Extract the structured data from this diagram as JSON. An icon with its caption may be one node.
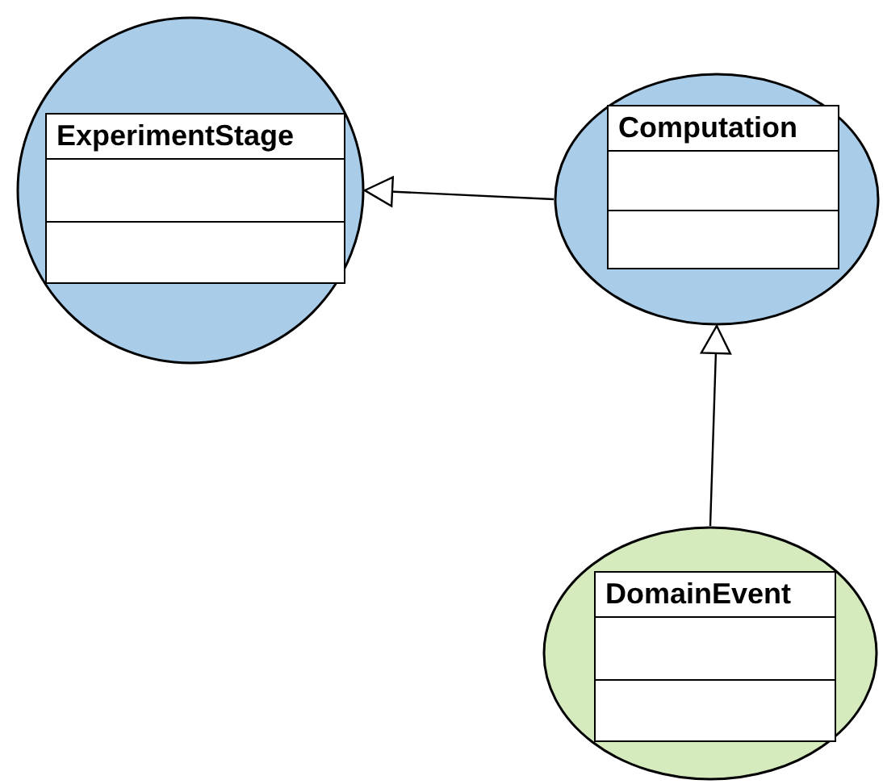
{
  "diagram": {
    "nodes": [
      {
        "text": [],
        "shape": "circle"
      },
      {
        "text": [
          "ExperimentStage"
        ],
        "in": 0
      },
      {
        "text": [],
        "shape": "circle"
      },
      {
        "text": [
          "Computation"
        ],
        "in": 2
      },
      {
        "text": [],
        "shape": "circle"
      },
      {
        "text": [
          "DomainEvent"
        ],
        "in": 4
      }
    ],
    "edges": [
      {
        "from": 2,
        "to": 0,
        "arrow": "to"
      },
      {
        "from": 4,
        "to": 2,
        "arrow": "to"
      }
    ]
  }
}
